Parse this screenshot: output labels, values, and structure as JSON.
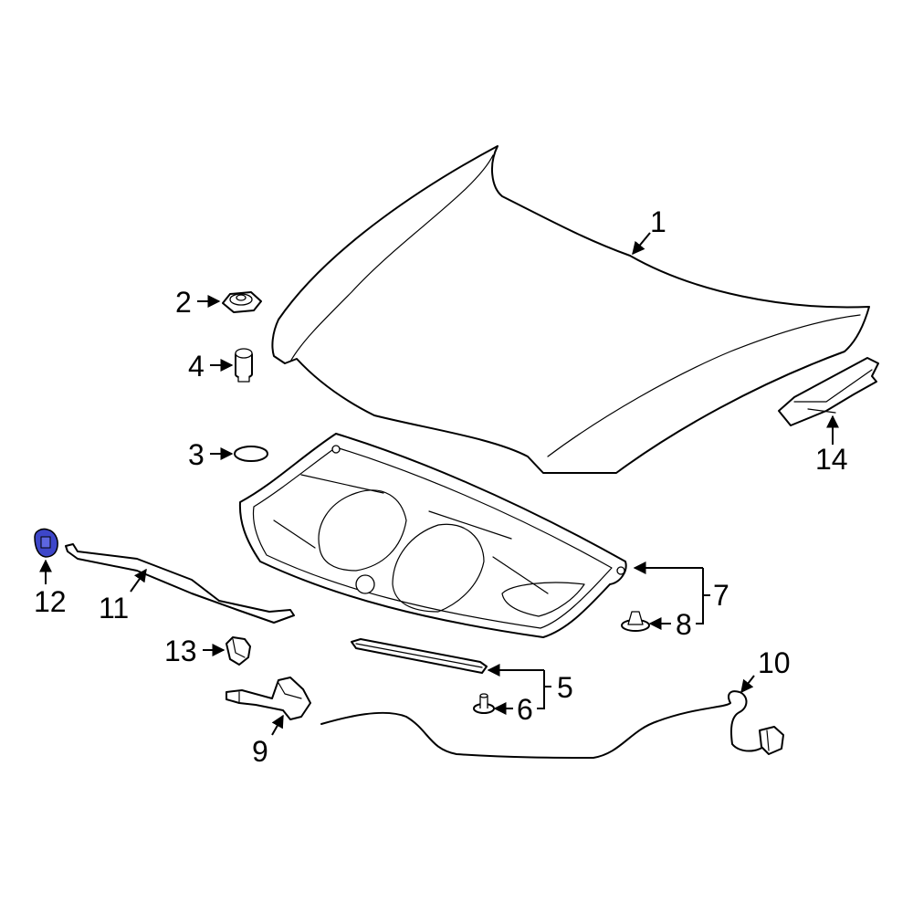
{
  "callouts": {
    "c1": "1",
    "c2": "2",
    "c3": "3",
    "c4": "4",
    "c5": "5",
    "c6": "6",
    "c7": "7",
    "c8": "8",
    "c9": "9",
    "c10": "10",
    "c11": "11",
    "c12": "12",
    "c13": "13",
    "c14": "14"
  },
  "colors": {
    "highlight": "#3d46c9",
    "line": "#000000",
    "background": "#ffffff"
  },
  "highlighted_part": "12"
}
